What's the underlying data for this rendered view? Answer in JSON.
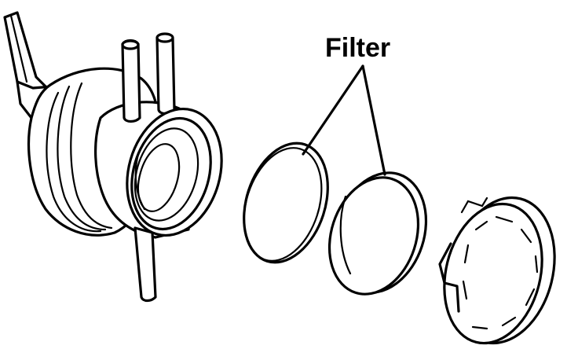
{
  "diagram": {
    "label": "Filter",
    "colors": {
      "ink": "#000000",
      "background": "#ffffff"
    },
    "parts": [
      "housing",
      "filter-disc-thin",
      "filter-disc-thick",
      "end-cap"
    ]
  }
}
